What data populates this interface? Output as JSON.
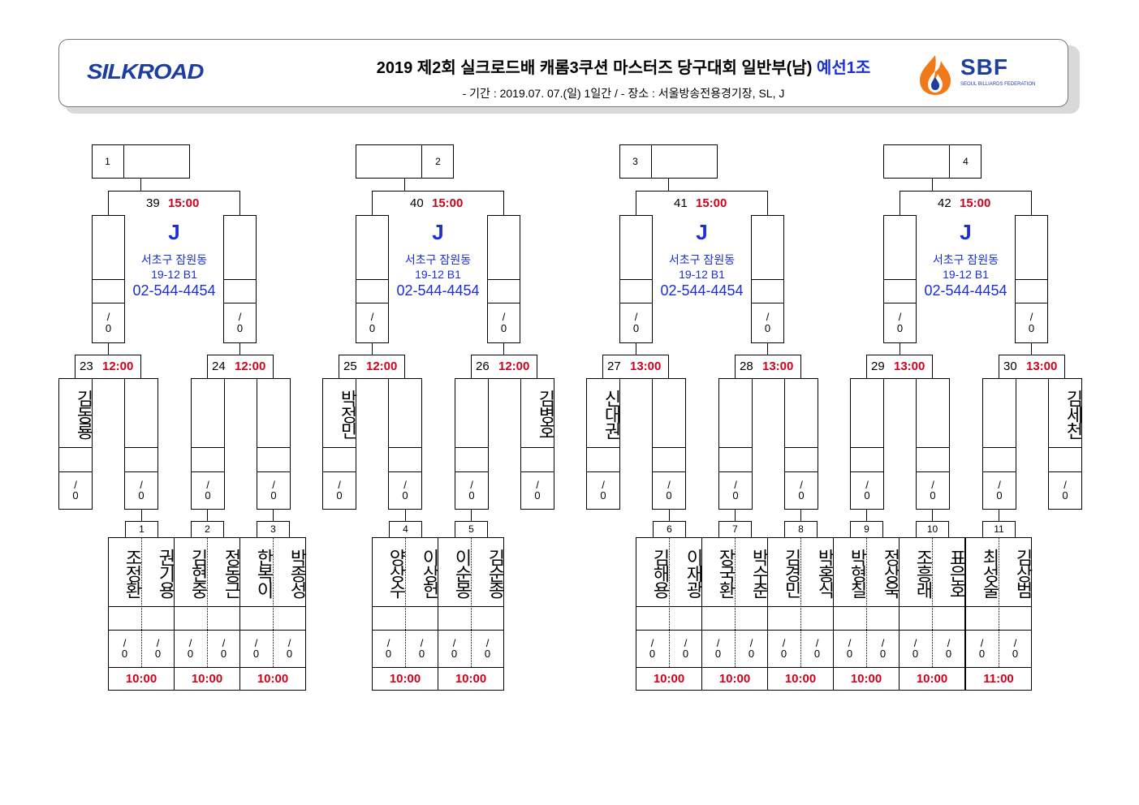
{
  "header": {
    "title_main": "2019 제2회 실크로드배 캐롬3쿠션 마스터즈 당구대회 일반부(남)",
    "title_accent": "예선1조",
    "subtitle": "- 기간 : 2019.07. 07.(일) 1일간 / - 장소 : 서울방송전용경기장, SL, J",
    "logo_left": "SILKROAD",
    "logo_right": "SBF",
    "logo_right_sub": "SEOUL BILLIARDS FEDERATION"
  },
  "colors": {
    "accent_blue": "#1a2fd6",
    "time_red": "#d0021b",
    "brand_blue": "#1e3e9e",
    "flame_orange": "#f07a1a"
  },
  "venue": {
    "letter": "J",
    "addr1": "서초구 잠원동",
    "addr2": "19-12 B1",
    "phone": "02-544-4454"
  },
  "score_placeholder": {
    "top": "/",
    "bottom": "0"
  },
  "finals": [
    {
      "seed": "1",
      "match": "39",
      "time": "15:00"
    },
    {
      "seed": "2",
      "match": "40",
      "time": "15:00"
    },
    {
      "seed": "3",
      "match": "41",
      "time": "15:00"
    },
    {
      "seed": "4",
      "match": "42",
      "time": "15:00"
    }
  ],
  "round2": [
    {
      "match": "23",
      "time": "12:00"
    },
    {
      "match": "24",
      "time": "12:00"
    },
    {
      "match": "25",
      "time": "12:00"
    },
    {
      "match": "26",
      "time": "12:00"
    },
    {
      "match": "27",
      "time": "13:00"
    },
    {
      "match": "28",
      "time": "13:00"
    },
    {
      "match": "29",
      "time": "13:00"
    },
    {
      "match": "30",
      "time": "13:00"
    }
  ],
  "byes": [
    {
      "name": "김동룡"
    },
    {
      "name": "박정민"
    },
    {
      "name": "김병호"
    },
    {
      "name": "신대권"
    },
    {
      "name": "김세천"
    }
  ],
  "round1": [
    {
      "match": "1",
      "left": "조정환",
      "right": "권기용",
      "time": "10:00"
    },
    {
      "match": "2",
      "left": "김현중",
      "right": "정동근",
      "time": "10:00"
    },
    {
      "match": "3",
      "left": "한복이",
      "right": "박종성",
      "time": "10:00"
    },
    {
      "match": "4",
      "left": "양상수",
      "right": "이상헌",
      "time": "10:00"
    },
    {
      "match": "5",
      "left": "이순몽",
      "right": "김순종",
      "time": "10:00"
    },
    {
      "match": "6",
      "left": "김해용",
      "right": "이재광",
      "time": "10:00"
    },
    {
      "match": "7",
      "left": "장국환",
      "right": "박수춘",
      "time": "10:00"
    },
    {
      "match": "8",
      "left": "김경민",
      "right": "박홍식",
      "time": "10:00"
    },
    {
      "match": "9",
      "left": "박형칠",
      "right": "정상욱",
      "time": "10:00"
    },
    {
      "match": "10",
      "left": "조흥래",
      "right": "표은호",
      "time": "10:00"
    },
    {
      "match": "11",
      "left": "최성술",
      "right": "김상범",
      "time": "11:00"
    }
  ]
}
